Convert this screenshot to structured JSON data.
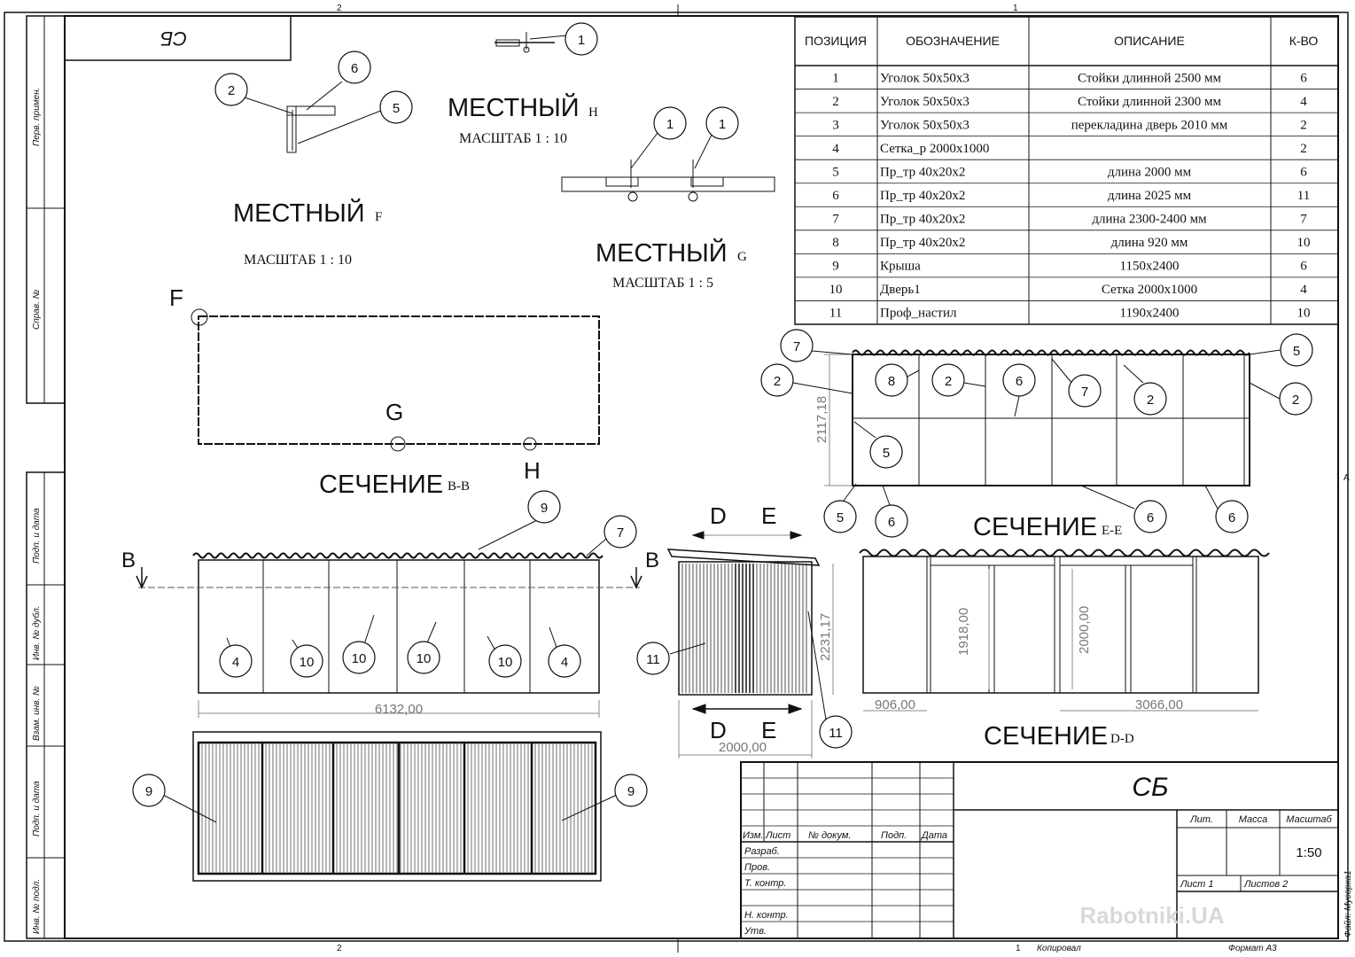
{
  "sheet": {
    "zone_top_left": "2",
    "zone_top_right": "1",
    "zone_bottom_left": "2",
    "zone_right": "A",
    "corner_stamp": "СБ",
    "side_labels": [
      "Перв. примен.",
      "Справ. №",
      "Подп. и дата",
      "Инв. № дубл.",
      "Взам. инв. №",
      "Подп. и дата",
      "Инв. № подл."
    ],
    "right_side_file": "Файл: Мусорка1"
  },
  "bom": {
    "headers": [
      "ПОЗИЦИЯ",
      "ОБОЗНАЧЕНИЕ",
      "ОПИСАНИЕ",
      "К-ВО"
    ],
    "rows": [
      [
        "1",
        "Уголок 50x50x3",
        "Стойки длинной 2500 мм",
        "6"
      ],
      [
        "2",
        "Уголок 50x50x3",
        "Стойки длинной 2300 мм",
        "4"
      ],
      [
        "3",
        "Уголок 50x50x3",
        "перекладина дверь 2010 мм",
        "2"
      ],
      [
        "4",
        "Сетка_р 2000x1000",
        "",
        "2"
      ],
      [
        "5",
        "Пр_тр 40x20x2",
        "длина 2000 мм",
        "6"
      ],
      [
        "6",
        "Пр_тр 40x20x2",
        "длина 2025 мм",
        "11"
      ],
      [
        "7",
        "Пр_тр 40x20x2",
        "длина 2300-2400 мм",
        "7"
      ],
      [
        "8",
        "Пр_тр  40x20x2",
        "длина 920 мм",
        "10"
      ],
      [
        "9",
        "Крыша",
        "1150x2400",
        "6"
      ],
      [
        "10",
        "Дверь1",
        "Сетка 2000x1000",
        "4"
      ],
      [
        "11",
        "Проф_настил",
        "1190x2400",
        "10"
      ]
    ]
  },
  "views": {
    "detail_f_title": "МЕСТНЫЙ",
    "detail_f_letter": "F",
    "detail_f_scale": "МАСШТАБ  1 : 10",
    "detail_h_title": "МЕСТНЫЙ",
    "detail_h_letter": "H",
    "detail_h_scale": "МАСШТАБ  1 : 10",
    "detail_g_title": "МЕСТНЫЙ",
    "detail_g_letter": "G",
    "detail_g_scale": "МАСШТАБ  1 : 5",
    "section_bb_title": "СЕЧЕНИЕ",
    "section_bb_letter": "B-B",
    "section_ee_title": "СЕЧЕНИЕ",
    "section_ee_letter": "E-E",
    "section_dd_title": "СЕЧЕНИЕ",
    "section_dd_letter": "D-D",
    "marker_f": "F",
    "marker_g": "G",
    "marker_h": "H",
    "cut_b": "B",
    "cut_d": "D",
    "cut_e": "E"
  },
  "dimensions": {
    "ee_height": "2117,18",
    "front_width": "6132,00",
    "side_height": "2231,17",
    "side_width": "2000,00",
    "dd_inner_height_1": "1918,00",
    "dd_inner_height_2": "2000,00",
    "dd_left": "906,00",
    "dd_right": "3066,00"
  },
  "balloons": {
    "h1": "1",
    "f2": "2",
    "f6": "6",
    "f5": "5",
    "h1a": "1",
    "h1b": "1",
    "ee": [
      "7",
      "5",
      "2",
      "8",
      "2",
      "6",
      "7",
      "2",
      "2",
      "5",
      "5",
      "6",
      "6",
      "6"
    ],
    "front": [
      "9",
      "7",
      "4",
      "10",
      "10",
      "10",
      "10",
      "4"
    ],
    "side": [
      "11",
      "11"
    ],
    "top": [
      "9",
      "9"
    ]
  },
  "title_block": {
    "designation": "СБ",
    "col_izm": "Изм.",
    "col_list": "Лист",
    "col_doc": "№ докум.",
    "col_podp": "Подп.",
    "col_data": "Дата",
    "row_razrab": "Разраб.",
    "row_prov": "Пров.",
    "row_tkontr": "Т. контр.",
    "row_nkontr": "Н. контр.",
    "row_utv": "Утв.",
    "lit": "Лит.",
    "massa": "Масса",
    "masshtab": "Масштаб",
    "scale": "1:50",
    "sheet": "Лист 1",
    "sheets": "Листов 2",
    "copied": "Копировал",
    "format": "Формат A3",
    "sheet_no": "1",
    "watermark": "Rabotniki.UA"
  },
  "colors": {
    "line": "#111111",
    "dim": "#888888",
    "watermark": "#d8d8d8"
  }
}
